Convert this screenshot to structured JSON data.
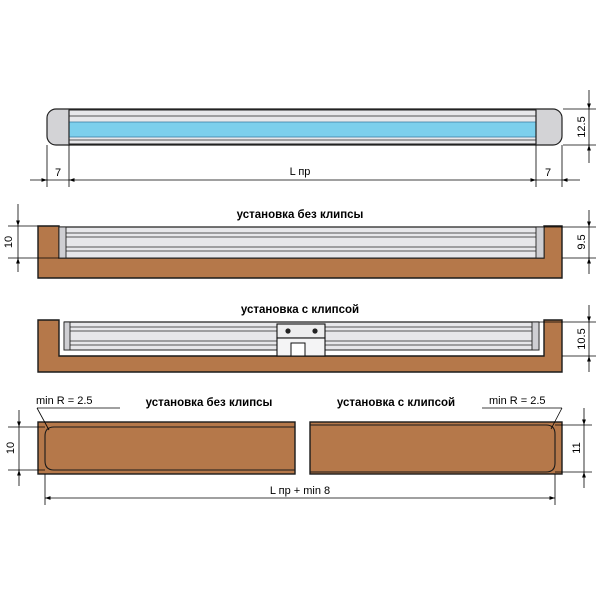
{
  "colors": {
    "wood": "#b5784a",
    "profile": "#e7e7ea",
    "end_cap": "#d3d3d6",
    "diffuser": "#7ccfec",
    "outline": "#1a1a1a"
  },
  "dims": {
    "left_end": "7",
    "right_end": "7",
    "length": "L пр",
    "height_profile": "12.5",
    "groove_depth_left": "10",
    "groove_depth_right": "9.5",
    "clip_depth": "10.5",
    "groove_depth_bottom": "10",
    "groove_width_bottom": "11",
    "radius_left": "min R = 2.5",
    "radius_right": "min R = 2.5",
    "total_length": "L пр + min 8"
  },
  "labels": {
    "no_clip_top": "установка без клипсы",
    "with_clip": "установка с клипсой",
    "no_clip_bottom": "установка без клипсы",
    "with_clip_bottom": "установка с клипсой"
  }
}
